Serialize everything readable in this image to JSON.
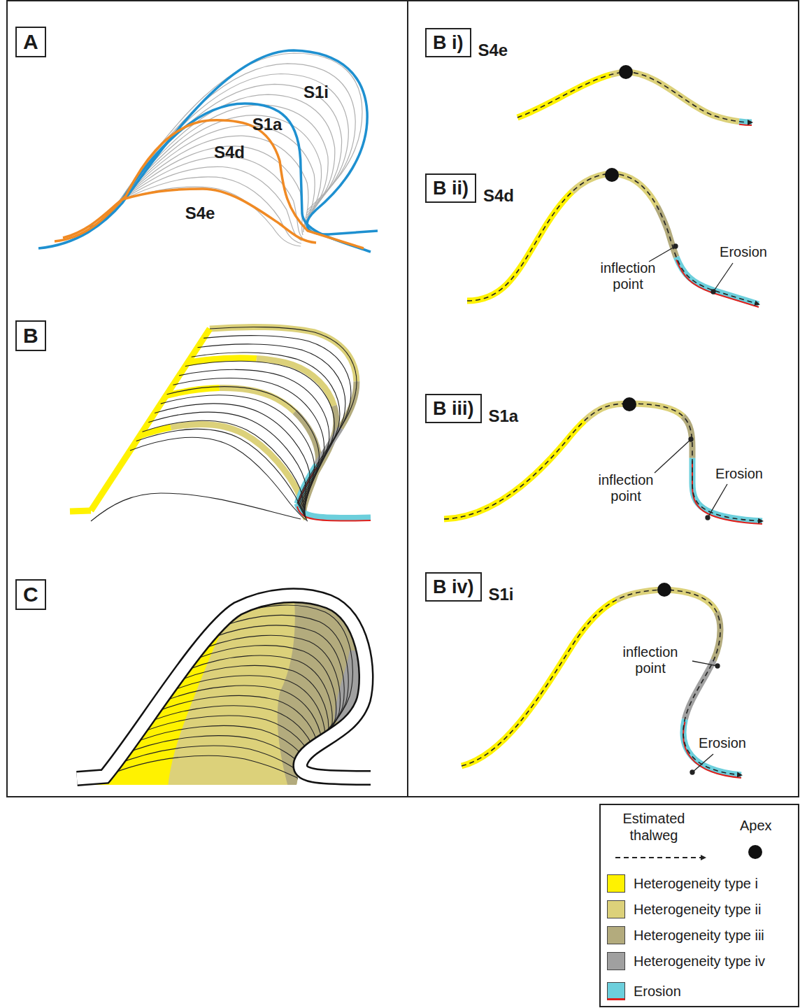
{
  "diagram": {
    "nodes": [
      {
        "text": [
          "A"
        ]
      },
      {
        "text": [
          "B"
        ]
      },
      {
        "text": [
          "C"
        ]
      },
      {
        "text": [
          "B i)",
          "S4e"
        ]
      },
      {
        "text": [
          "B ii)",
          "S4d"
        ]
      },
      {
        "text": [
          "B iii)",
          "S1a"
        ]
      },
      {
        "text": [
          "B iv)",
          "S1i"
        ]
      }
    ],
    "labels": [
      "S1i",
      "S1a",
      "S4d",
      "S4e",
      "inflection point",
      "Erosion",
      "inflection point",
      "Erosion",
      "inflection point",
      "Erosion"
    ],
    "legend": [
      {
        "text": "Estimated thalweg"
      },
      {
        "text": "Apex"
      },
      {
        "text": "Heterogeneity type i",
        "color": "#fff200"
      },
      {
        "text": "Heterogeneity type ii",
        "color": "#dcd17a"
      },
      {
        "text": "Heterogeneity type iii",
        "color": "#b3ab7d"
      },
      {
        "text": "Heterogeneity type iv",
        "color": "#a0a0a0"
      },
      {
        "text": "Erosion",
        "color": "#6ccfdc"
      }
    ]
  }
}
